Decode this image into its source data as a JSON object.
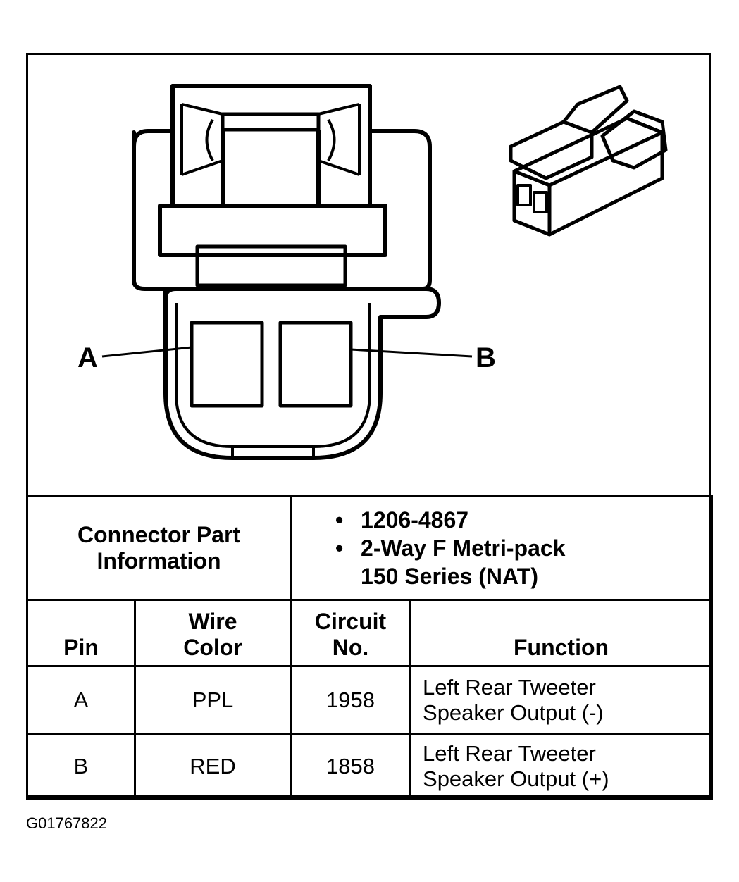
{
  "pin_labels": {
    "a": "A",
    "b": "B"
  },
  "connector_part": {
    "label_line1": "Connector Part",
    "label_line2": "Information",
    "part_number": "1206-4867",
    "description_line1": "2-Way F Metri-pack",
    "description_line2": "150 Series (NAT)"
  },
  "table": {
    "headers": {
      "pin": "Pin",
      "wire_color_line1": "Wire",
      "wire_color_line2": "Color",
      "circuit_line1": "Circuit",
      "circuit_line2": "No.",
      "function": "Function"
    },
    "rows": [
      {
        "pin": "A",
        "wire_color": "PPL",
        "circuit": "1958",
        "function_line1": "Left Rear Tweeter",
        "function_line2": "Speaker Output (-)"
      },
      {
        "pin": "B",
        "wire_color": "RED",
        "circuit": "1858",
        "function_line1": "Left Rear Tweeter",
        "function_line2": "Speaker Output (+)"
      }
    ]
  },
  "figure_code": "G01767822"
}
